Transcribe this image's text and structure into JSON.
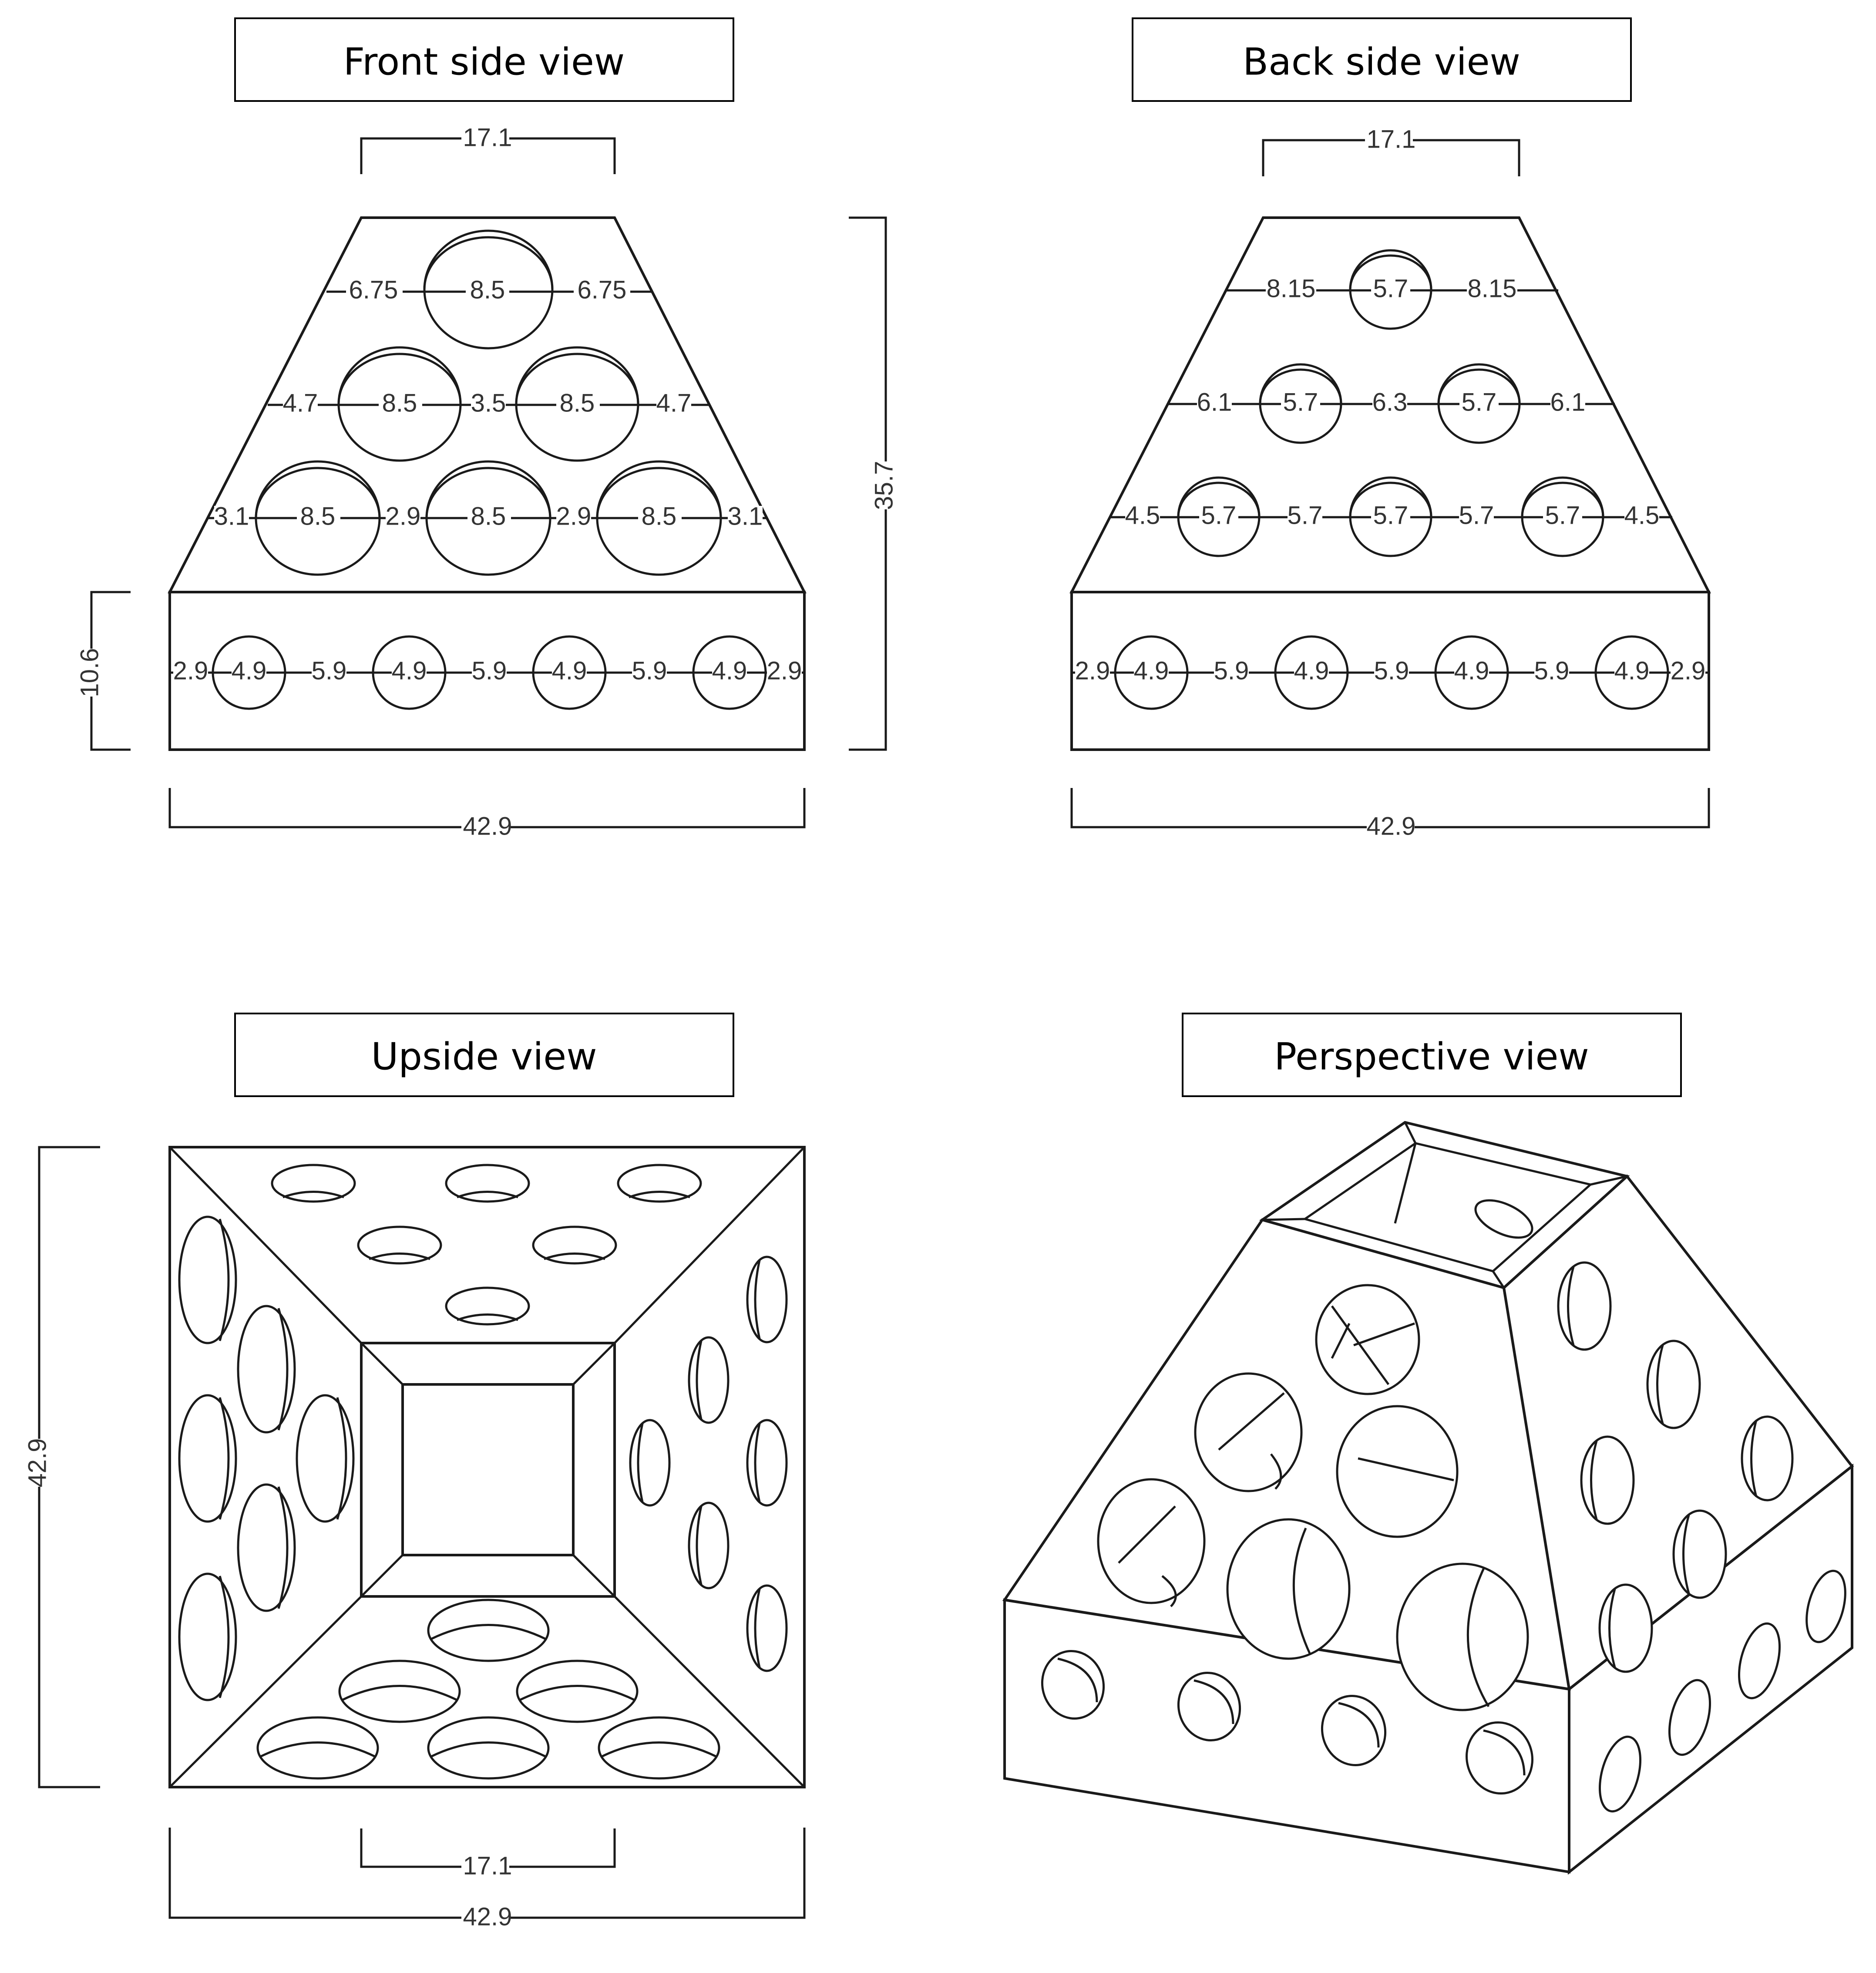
{
  "views": {
    "front": {
      "title": "Front side view"
    },
    "back": {
      "title": "Back side view"
    },
    "upside": {
      "title": "Upside view"
    },
    "perspective": {
      "title": "Perspective view"
    }
  },
  "dimensions": {
    "top_width": "17.1",
    "base_width": "42.9",
    "total_height": "35.7",
    "base_height": "10.6",
    "upside_side": "42.9",
    "upside_inner": "17.1",
    "upside_outer": "42.9"
  },
  "front_rows": {
    "row1": [
      "6.75",
      "8.5",
      "6.75"
    ],
    "row2": [
      "4.7",
      "8.5",
      "3.5",
      "8.5",
      "4.7"
    ],
    "row3": [
      "3.1",
      "8.5",
      "2.9",
      "8.5",
      "2.9",
      "8.5",
      "3.1"
    ],
    "base": [
      "2.9",
      "4.9",
      "5.9",
      "4.9",
      "5.9",
      "4.9",
      "5.9",
      "4.9",
      "2.9"
    ]
  },
  "back_rows": {
    "row1": [
      "8.15",
      "5.7",
      "8.15"
    ],
    "row2": [
      "6.1",
      "5.7",
      "6.3",
      "5.7",
      "6.1"
    ],
    "row3": [
      "4.5",
      "5.7",
      "5.7",
      "5.7",
      "5.7",
      "5.7",
      "4.5"
    ],
    "base": [
      "2.9",
      "4.9",
      "5.9",
      "4.9",
      "5.9",
      "4.9",
      "5.9",
      "4.9",
      "2.9"
    ]
  }
}
